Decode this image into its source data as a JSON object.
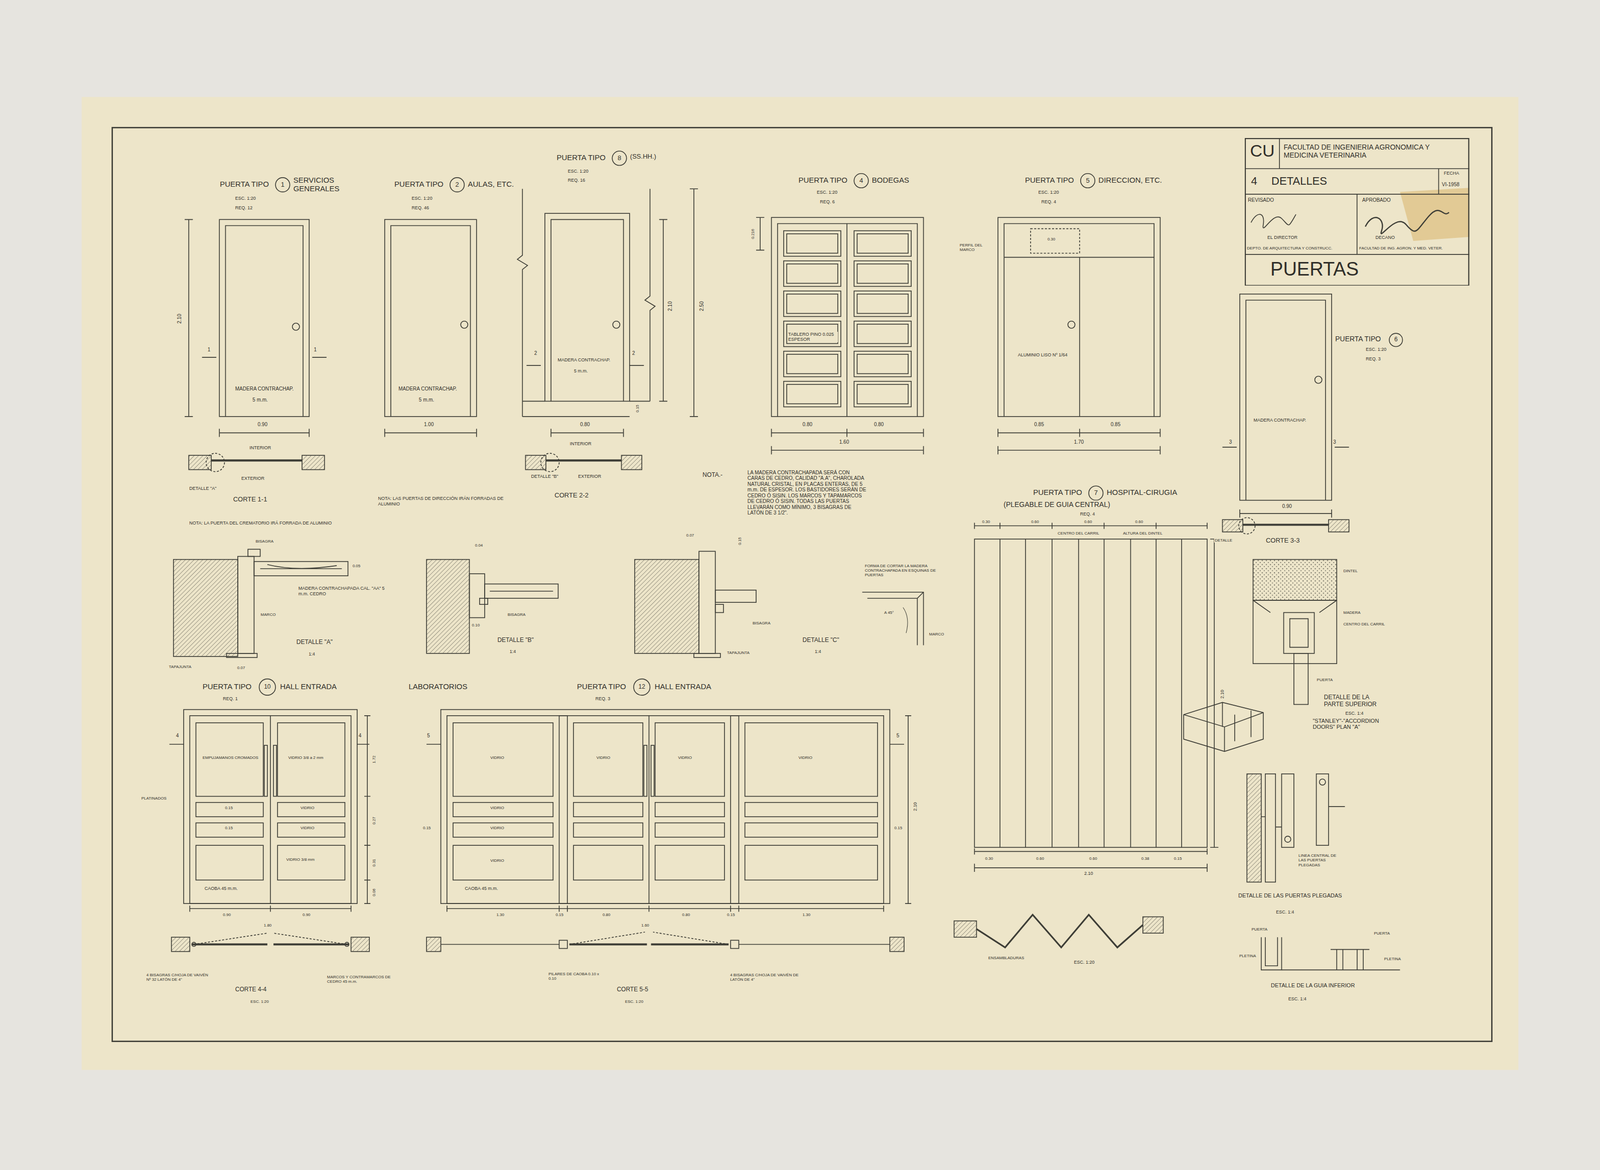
{
  "diagram": {
    "nodes": [
      {
        "text": [
          "CU",
          "FACULTAD DE INGENIERIA AGRONOMICA Y MEDICINA VETERINARIA",
          "4",
          "DETALLES",
          "FECHA",
          "VI-1958",
          "REVISADO",
          "APROBADO",
          "EL DIRECTOR",
          "DECANO",
          "DEPTO. DE ARQUITECTURA Y CONSTRUCC.",
          "FACULTAD DE ING. AGRON. Y MED. VETER.",
          "PUERTAS"
        ]
      }
    ],
    "labels": [
      "PUERTA TIPO",
      "1",
      "SERVICIOS GENERALES",
      "ESC. 1:20",
      "REQ. 12",
      "2.10",
      "1",
      "1",
      "MADERA CONTRACHAP.",
      "5 m.m.",
      "0.90",
      "INTERIOR",
      "EXTERIOR",
      "DETALLE \"A\"",
      "CORTE 1-1",
      "NOTA: LA PUERTA DEL CREMATORIO IRÁ FORRADA DE ALUMINIO",
      "PUERTA TIPO",
      "2",
      "AULAS, ETC.",
      "ESC. 1:20",
      "REQ. 46",
      "MADERA CONTRACHAP.",
      "5 m.m.",
      "1.00",
      "NOTA: LAS PUERTAS DE DIRECCIÓN IRÁN FORRADAS DE ALUMINIO",
      "PUERTA TIPO",
      "8",
      "(SS.HH.)",
      "ESC. 1:20",
      "REQ. 16",
      "2",
      "2",
      "MADERA CONTRACHAP.",
      "5 m.m.",
      "2.10",
      "2.50",
      "0.15",
      "0.80",
      "INTERIOR",
      "DETALLE \"B\"",
      "EXTERIOR",
      "CORTE 2-2",
      "PUERTA TIPO",
      "4",
      "BODEGAS",
      "ESC. 1:20",
      "REQ. 6",
      "0.216",
      "TABLERO PINO 0.025 ESPESOR",
      "0.80",
      "0.80",
      "1.60",
      "PUERTA TIPO",
      "5",
      "DIRECCION, ETC.",
      "ESC. 1:20",
      "REQ. 4",
      "PERFIL DEL MARCO",
      "0.30",
      "ALUMINIO LISO Nº 1/64",
      "0.85",
      "0.85",
      "1.70",
      "PUERTA TIPO",
      "6",
      "ESC. 1:20",
      "REQ. 3",
      "MADERA CONTRACHAP.",
      "3",
      "3",
      "0.90",
      "DETALLE",
      "CORTE 3-3",
      "NOTA.-",
      "LA MADERA CONTRACHAPADA SERÁ CON CARAS DE CEDRO, CALIDAD \"A.A\", CHAROLADA NATURAL CRISTAL, EN PLACAS ENTERAS, DE 5 m.m. DE ESPESOR. LOS BASTIDORES SERÁN DE CEDRO Ó SISIN. LOS MARCOS Y TAPAMARCOS DE CEDRO Ó SISIN. TODAS LAS PUERTAS LLEVARÁN COMO MÍNIMO, 3 BISAGRAS DE LATÓN DE 3 1/2\".",
      "BISAGRA",
      "0.05",
      "MADERA CONTRACHAPADA CAL. \"AA\" 5 m.m. CEDRO",
      "MARCO",
      "DETALLE \"A\"",
      "1:4",
      "TAPAJUNTA",
      "0.07",
      "0.04",
      "BISAGRA",
      "0.10",
      "DETALLE \"B\"",
      "1:4",
      "0.07",
      "0.15",
      "BISAGRA",
      "TAPAJUNTA",
      "DETALLE \"C\"",
      "1:4",
      "FORMA DE CORTAR LA MADERA CONTRACHAPADA EN ESQUINAS DE PUERTAS",
      "A 45°",
      "MARCO",
      "PUERTA TIPO",
      "7",
      "HOSPITAL-CIRUGIA",
      "(PLEGABLE DE GUIA CENTRAL)",
      "REQ. 4",
      "0.30",
      "0.60",
      "0.60",
      "0.60",
      "CENTRO DEL CARRIL",
      "ALTURA DEL DINTEL",
      "0.30",
      "0.60",
      "0.60",
      "0.38",
      "0.15",
      "2.10",
      "2.10",
      "ENSAMBLADURAS",
      "ESC. 1:20",
      "DINTEL",
      "MADERA",
      "CENTRO DEL CARRIL",
      "PUERTA",
      "DETALLE DE LA PARTE SUPERIOR",
      "ESC. 1:4",
      "\"STANLEY\"-\"ACCORDION DOORS\" PLAN \"A\"",
      "LINEA CENTRAL DE LAS PUERTAS PLEGADAS",
      "DETALLE DE LAS PUERTAS PLEGADAS",
      "ESC. 1:4",
      "PUERTA",
      "PUERTA",
      "PLETINA",
      "PLETINA",
      "DETALLE DE LA GUIA INFERIOR",
      "ESC. 1:4",
      "PUERTA TIPO",
      "10",
      "HALL ENTRADA",
      "LABORATORIOS",
      "REQ. 1",
      "4",
      "4",
      "EMPUJAMANOS CROMADOS",
      "VIDRIO 3/8 a 2 mm",
      "PLATINADOS",
      "VIDRIO",
      "0.15",
      "0.15",
      "VIDRIO",
      "VIDRIO 3/8 mm",
      "CAOBA 45 m.m.",
      "0.90",
      "0.90",
      "1.80",
      "1.72",
      "0.27",
      "0.31",
      "0.06",
      "4 BISAGRAS C/HOJA DE VAIVÉN Nº 32 LATÓN DE 4\"",
      "CORTE 4-4",
      "ESC. 1:20",
      "MARCOS Y CONTRAMARCOS DE CEDRO 45 m.m.",
      "PUERTA TIPO",
      "12",
      "HALL ENTRADA",
      "REQ. 3",
      "5",
      "5",
      "VIDRIO",
      "VIDRIO",
      "VIDRIO",
      "VIDRIO",
      "VIDRIO",
      "VIDRIO",
      "VIDRIO",
      "0.15",
      "0.15",
      "CAOBA 45 m.m.",
      "1.30",
      "0.15",
      "0.80",
      "0.80",
      "0.15",
      "1.30",
      "1.60",
      "PILARES DE CAOBA 0.10 x 0.10",
      "CORTE 5-5",
      "ESC. 1:20",
      "4 BISAGRAS C/HOJA DE VAIVÉN DE LATÓN DE 4\"",
      "2.10"
    ]
  }
}
